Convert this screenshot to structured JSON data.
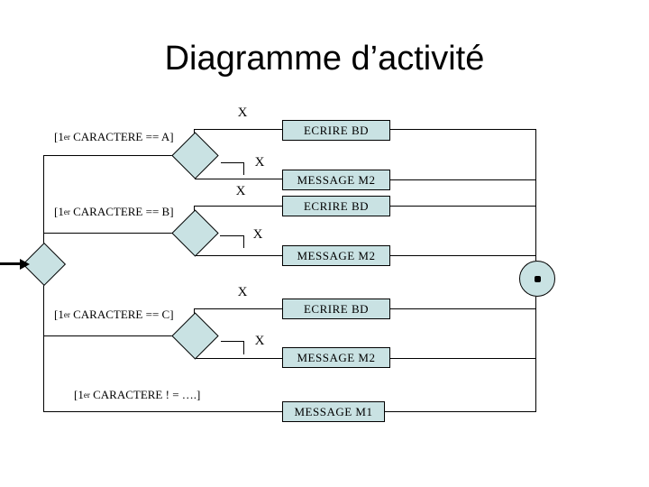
{
  "slide": {
    "title": "Diagramme d’activité"
  },
  "diagram": {
    "conditions": [
      {
        "pre": "[1",
        "sup": "er",
        "rest": " CARACTERE == A]"
      },
      {
        "pre": "[1",
        "sup": "er",
        "rest": " CARACTERE == B]"
      },
      {
        "pre": "[1",
        "sup": "er",
        "rest": " CARACTERE == C]"
      },
      {
        "pre": "[1",
        "sup": "er",
        "rest": " CARACTERE ! = ….]"
      }
    ],
    "activities": [
      {
        "label": "ECRIRE BD"
      },
      {
        "label": "MESSAGE M2"
      },
      {
        "label": "ECRIRE BD"
      },
      {
        "label": "MESSAGE M2"
      },
      {
        "label": "ECRIRE BD"
      },
      {
        "label": "MESSAGE M2"
      },
      {
        "label": "MESSAGE M1"
      }
    ],
    "sync_labels": [
      "X",
      "X",
      "X",
      "X",
      "X",
      "X"
    ],
    "colors": {
      "node_fill": "#c9e2e3",
      "line": "#000000",
      "background": "#ffffff",
      "text": "#000000"
    }
  }
}
